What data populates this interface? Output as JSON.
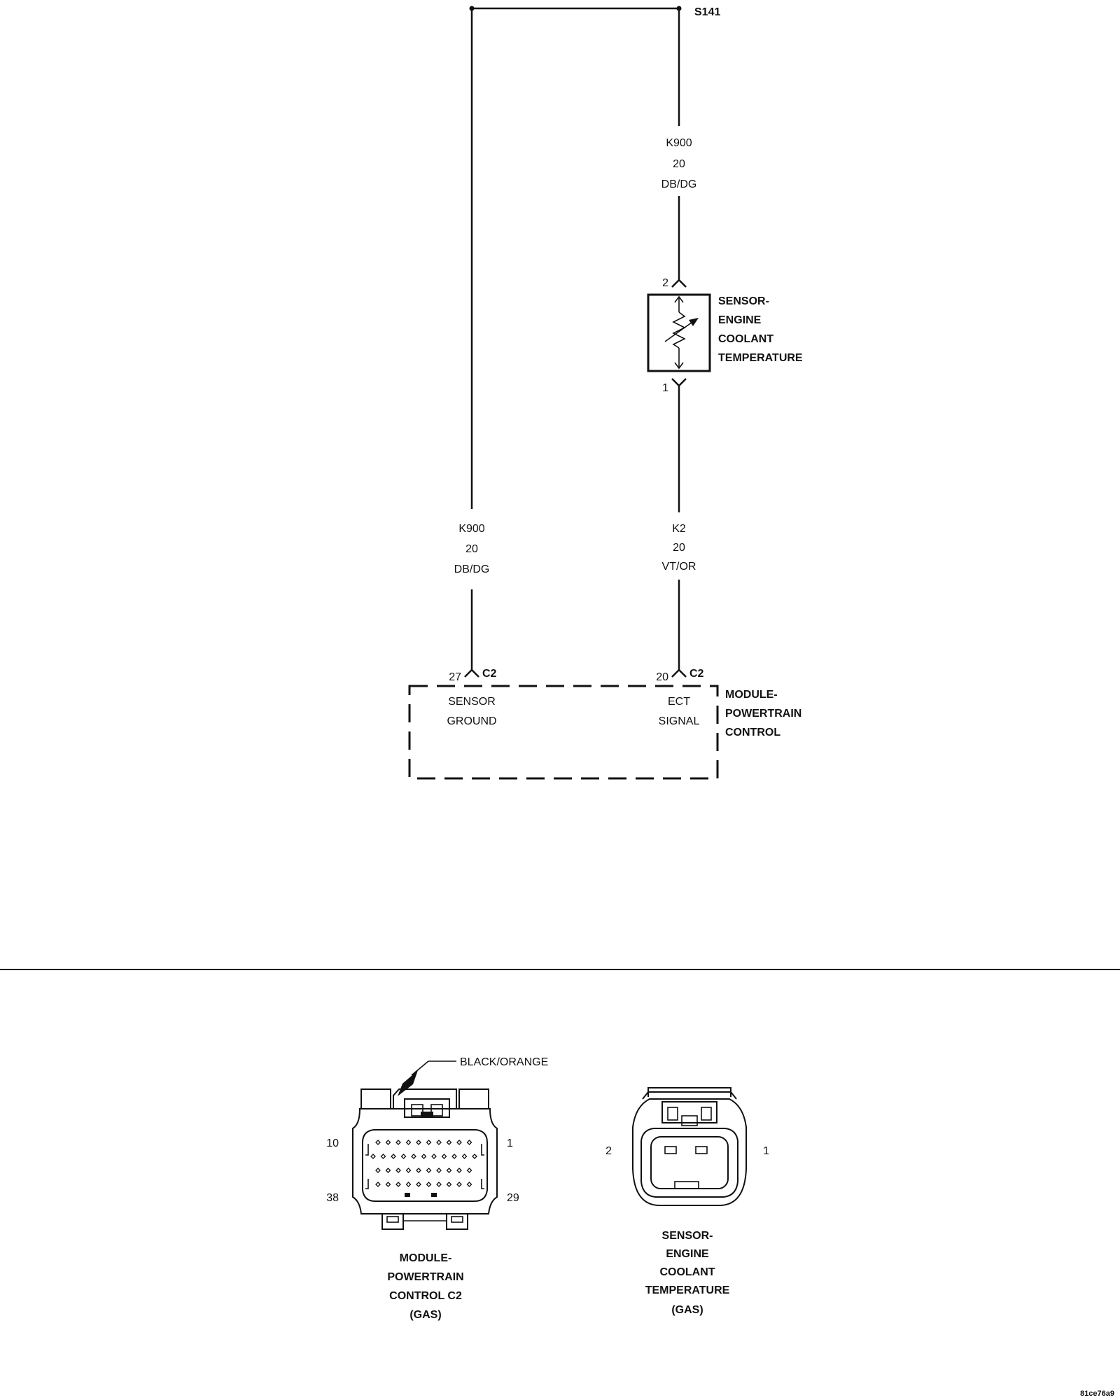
{
  "splice": {
    "label": "S141"
  },
  "wires": {
    "top_right": {
      "circuit": "K900",
      "gauge": "20",
      "color": "DB/DG"
    },
    "left": {
      "circuit": "K900",
      "gauge": "20",
      "color": "DB/DG"
    },
    "bottom_right": {
      "circuit": "K2",
      "gauge": "20",
      "color": "VT/OR"
    }
  },
  "sensor_ect": {
    "pin_top": "2",
    "pin_bottom": "1",
    "label": [
      "SENSOR-",
      "ENGINE",
      "COOLANT",
      "TEMPERATURE"
    ]
  },
  "pcm": {
    "pin_left": "27",
    "pin_right": "20",
    "connector_left": "C2",
    "connector_right": "C2",
    "pin_left_function": [
      "SENSOR",
      "GROUND"
    ],
    "pin_right_function": [
      "ECT",
      "SIGNAL"
    ],
    "label": [
      "MODULE-",
      "POWERTRAIN",
      "CONTROL"
    ]
  },
  "connector_views": {
    "pcm_c2": {
      "callout": "BLACK/ORANGE",
      "pin_labels": {
        "top_left": "10",
        "top_right": "1",
        "bottom_left": "38",
        "bottom_right": "29"
      },
      "caption": [
        "MODULE-",
        "POWERTRAIN",
        "CONTROL C2",
        "(GAS)"
      ]
    },
    "ect_sensor": {
      "pin_labels": {
        "left": "2",
        "right": "1"
      },
      "caption": [
        "SENSOR-",
        "ENGINE",
        "COOLANT",
        "TEMPERATURE",
        "(GAS)"
      ]
    }
  },
  "footer": {
    "image_code": "81ce76a9"
  }
}
